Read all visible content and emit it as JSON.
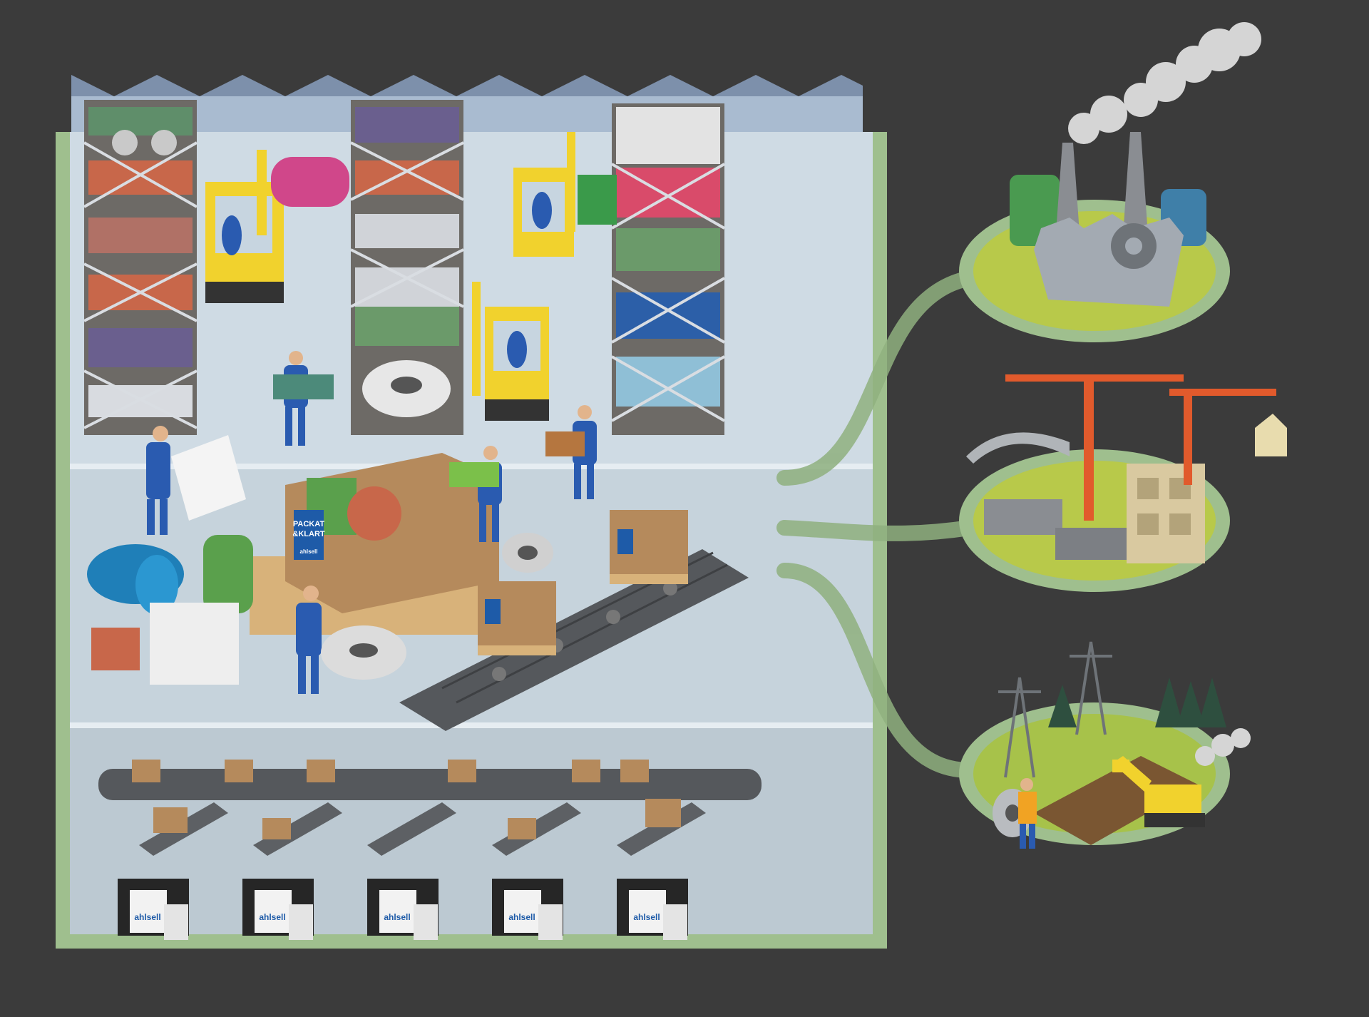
{
  "colors": {
    "background": "#3b3b3b",
    "warehouse_frame": "#9fbf8e",
    "warehouse_floor": "#c9d6df",
    "roof": "#7d90ab",
    "shelf": "#8a8f96",
    "forklift": "#f1d22d",
    "worker": "#2a5bb0",
    "conveyor": "#55585c",
    "box": "#b58a5c",
    "pallet": "#d8b27a",
    "path": "#8fb07f",
    "island_grass": "#b8c94a",
    "island_rim": "#9fbf8e",
    "crane": "#e15a2c",
    "smoke": "#d5d5d5",
    "truck_logo": "#1e5ba8"
  },
  "crate_label": {
    "line1": "PACKAT",
    "line2": "&KLART",
    "brand": "ahlsell"
  },
  "truck_logo_text": "ahlsell"
}
